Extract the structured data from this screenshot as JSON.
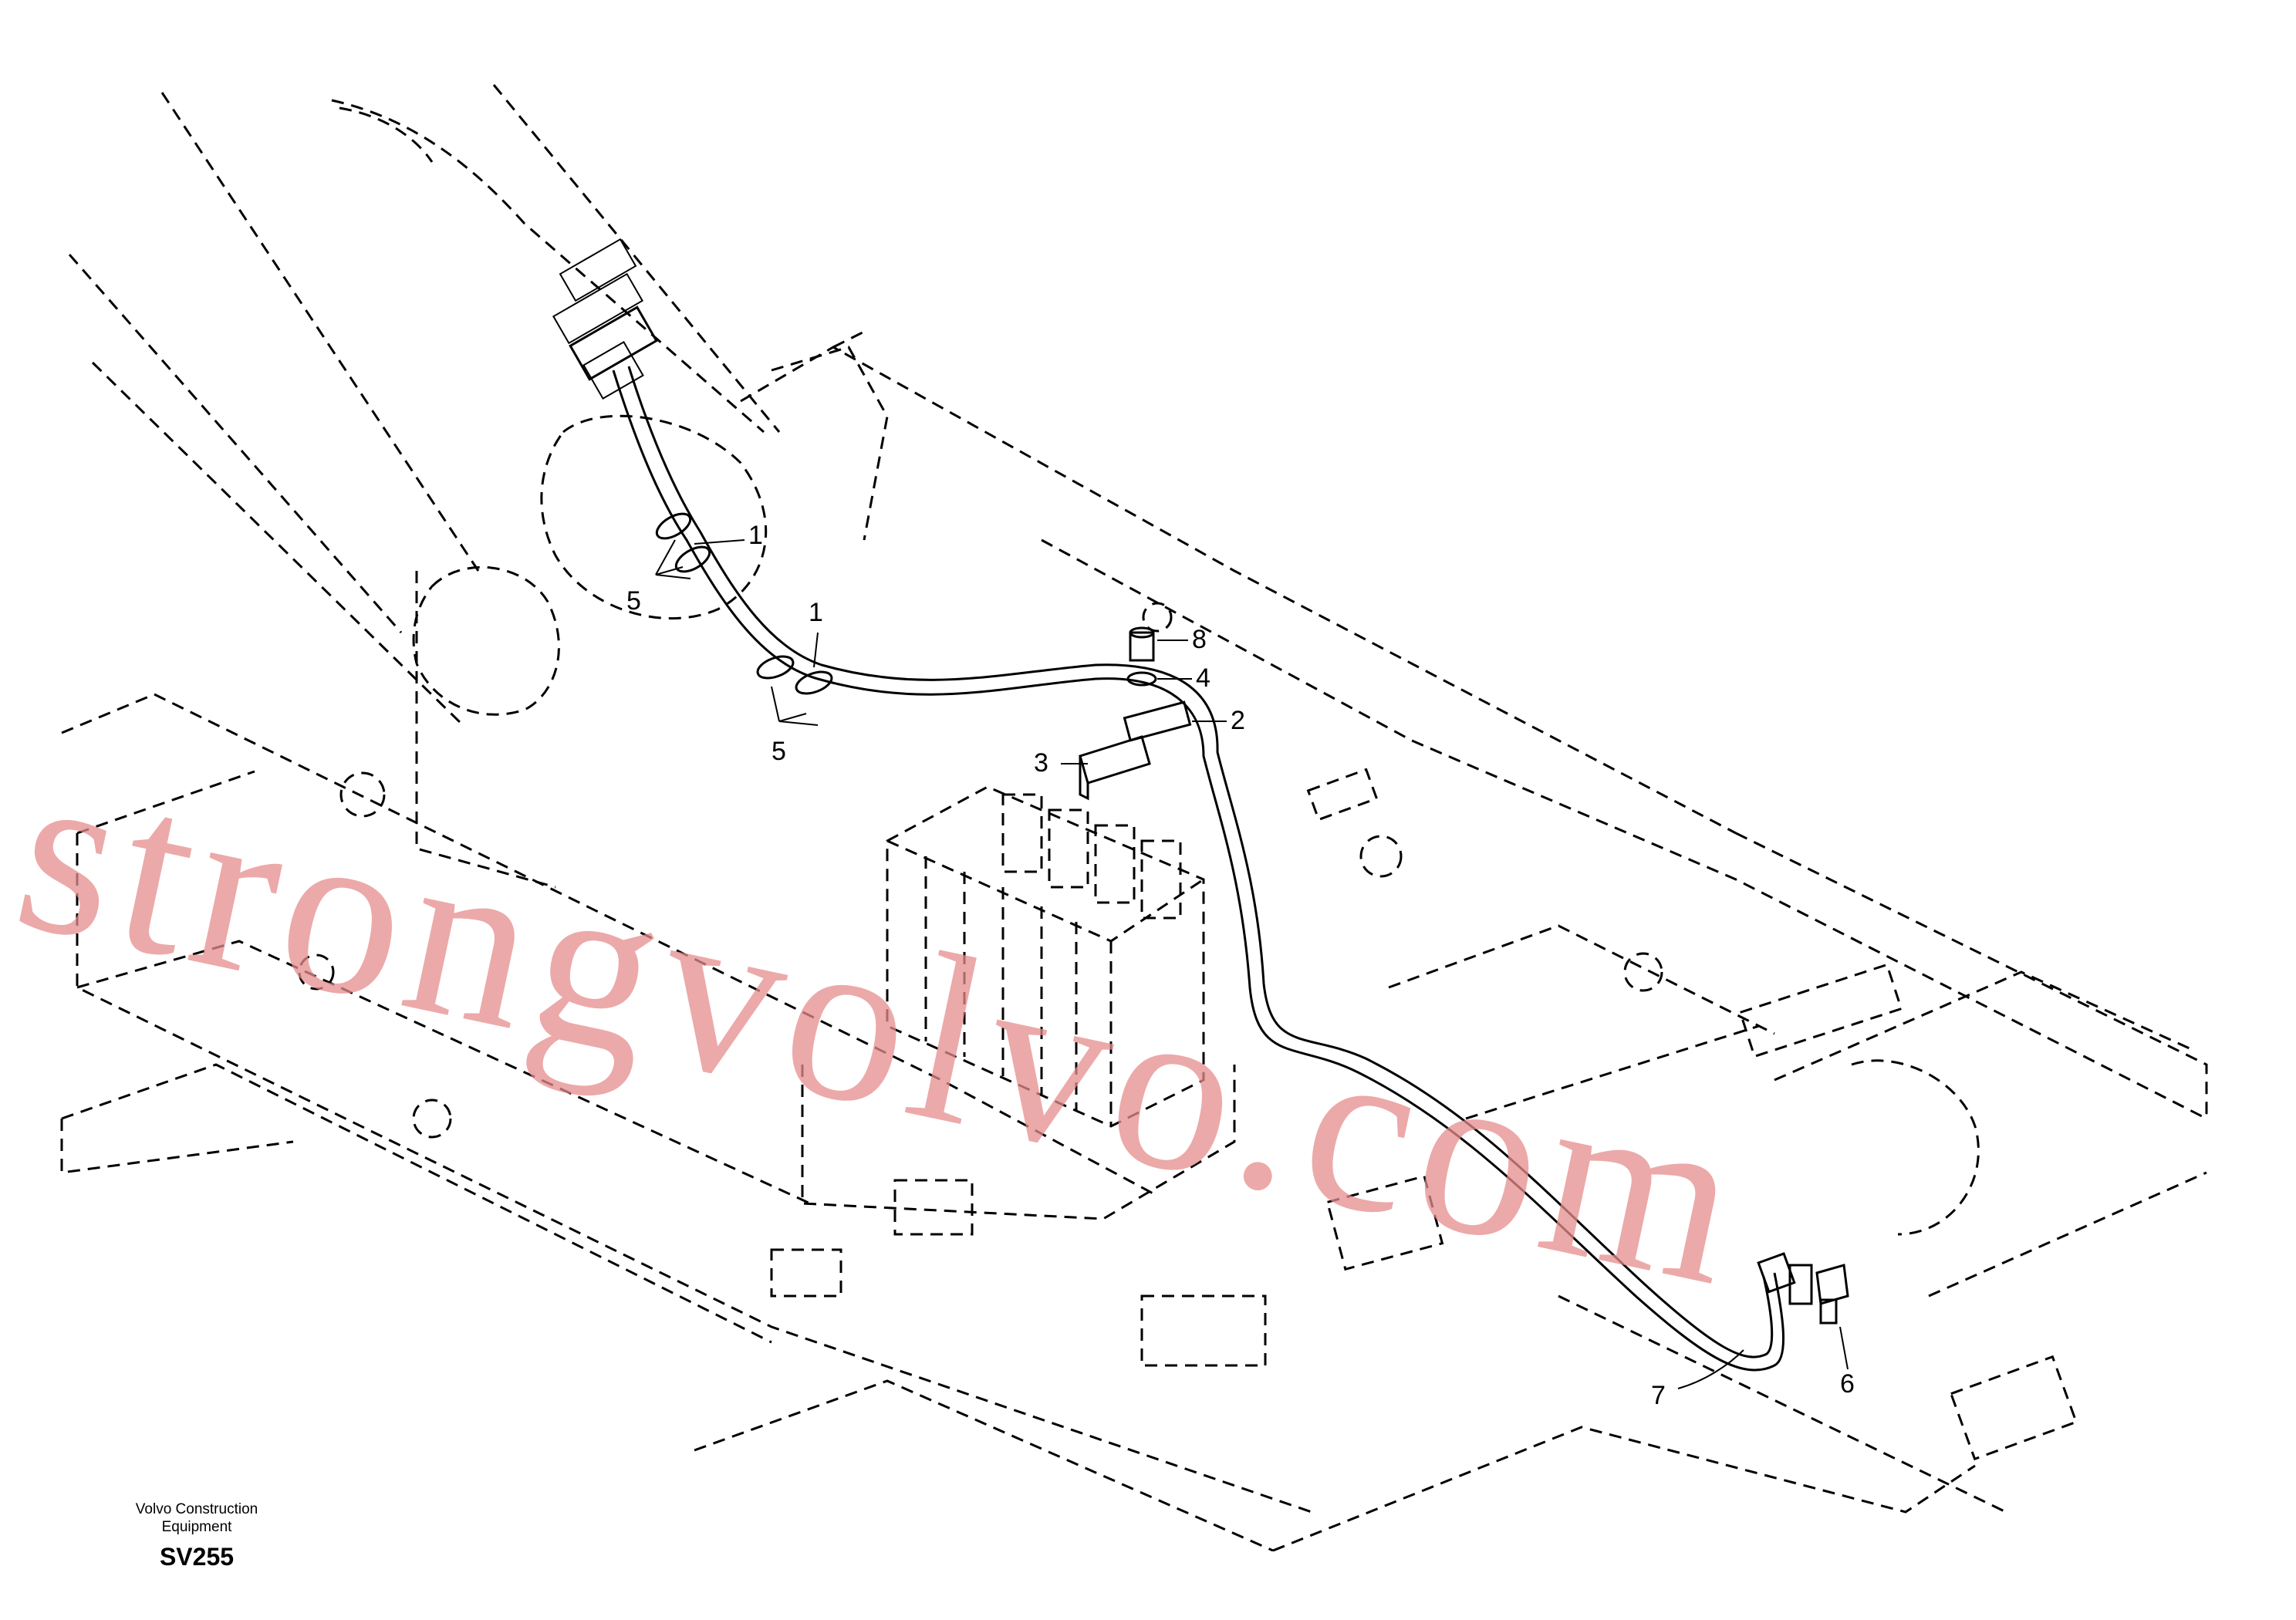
{
  "callouts": {
    "c1a": "1",
    "c1b": "1",
    "c2": "2",
    "c3": "3",
    "c4": "4",
    "c5a": "5",
    "c5b": "5",
    "c6": "6",
    "c7": "7",
    "c8": "8"
  },
  "watermark": "strongvolvo.com",
  "footer": {
    "brand_line1": "Volvo Construction",
    "brand_line2": "Equipment",
    "code": "SV255"
  },
  "colors": {
    "line": "#000000",
    "watermark": "#e68c8c",
    "background": "#ffffff"
  }
}
